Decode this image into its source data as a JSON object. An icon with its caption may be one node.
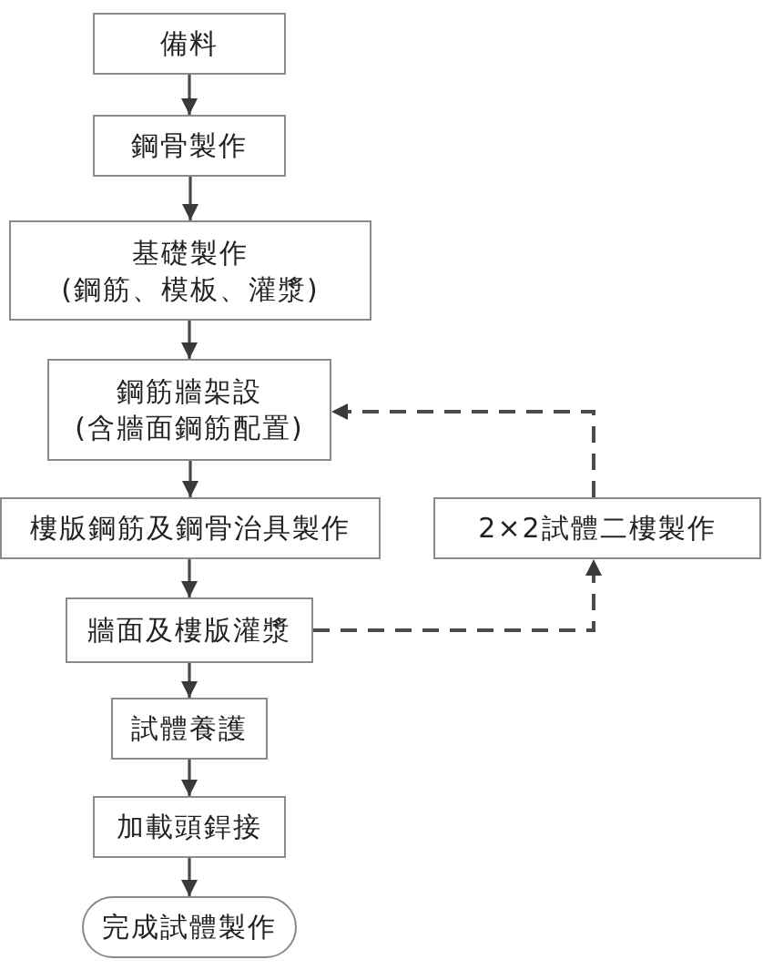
{
  "diagram": {
    "nodes": [
      {
        "text": [
          "備料"
        ]
      },
      {
        "text": [
          "鋼骨製作"
        ]
      },
      {
        "text": [
          "基礎製作",
          "(鋼筋、模板、灌漿)"
        ]
      },
      {
        "text": [
          "鋼筋牆架設",
          "(含牆面鋼筋配置)"
        ]
      },
      {
        "text": [
          "樓版鋼筋及鋼骨治具製作"
        ]
      },
      {
        "text": [
          "牆面及樓版灌漿"
        ]
      },
      {
        "text": [
          "2×2試體二樓製作"
        ]
      },
      {
        "text": [
          "試體養護"
        ]
      },
      {
        "text": [
          "加載頭銲接"
        ]
      },
      {
        "text": [
          "完成試體製作"
        ]
      }
    ],
    "edges": [
      {
        "from": 0,
        "to": 1,
        "arrow": "to"
      },
      {
        "from": 1,
        "to": 2,
        "arrow": "to"
      },
      {
        "from": 2,
        "to": 3,
        "arrow": "to"
      },
      {
        "from": 3,
        "to": 4,
        "arrow": "to"
      },
      {
        "from": 4,
        "to": 5,
        "arrow": "to"
      },
      {
        "from": 5,
        "to": 6,
        "arrow": "to",
        "style": "dashed"
      },
      {
        "from": 6,
        "to": 3,
        "arrow": "to",
        "style": "dashed"
      },
      {
        "from": 5,
        "to": 7,
        "arrow": "to"
      },
      {
        "from": 7,
        "to": 8,
        "arrow": "to"
      },
      {
        "from": 8,
        "to": 9,
        "arrow": "to"
      }
    ]
  }
}
